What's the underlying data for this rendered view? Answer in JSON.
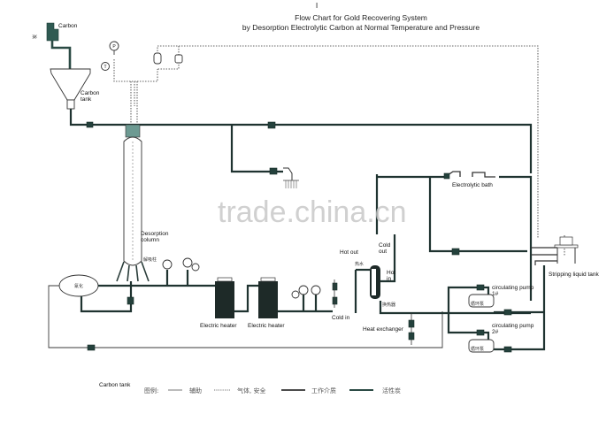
{
  "header": {
    "mark": "I",
    "title_line1": "Flow Chart for Gold Recovering System",
    "title_line2": "by Desorption Electrolytic Carbon at Normal Temperature and Pressure"
  },
  "labels": {
    "carbon": "Carbon",
    "carbon_cn": "炭",
    "carbon_tank": "Carbon\ntank",
    "carbon_tank_l1": "Carbon",
    "carbon_tank_l2": "tank",
    "desorption_l1": "Desorption",
    "desorption_l2": "column",
    "desorption_cn": "解吸柱",
    "electric_heater_1": "Electric heater",
    "electric_heater_2": "Electric heater",
    "hot_out": "Hot out",
    "cold_out_l1": "Cold",
    "cold_out_l2": "out",
    "hot_in_l1": "Hot",
    "hot_in_l2": "in",
    "cold_in": "Cold in",
    "heat_exchanger": "Heat exchanger",
    "heat_exchanger_cn": "换热器",
    "electrolytic_bath": "Electrolytic bath",
    "stripping_liquid_tank": "Stripping liquid tank",
    "pump1_l1": "circulating pump",
    "pump1_l2": "1#",
    "pump2_l1": "circulating pump",
    "pump2_l2": "2#",
    "pump_cn": "循环泵",
    "separator_cn": "氰化",
    "bottom_carbon_tank": "Carbon tank",
    "gauge_p": "P",
    "gauge_t": "T",
    "cn_small_1": "热水",
    "cn_small_2": "冷水"
  },
  "legend": {
    "title": "图例:",
    "items": [
      {
        "style": "auxiliary",
        "label": "辅助"
      },
      {
        "style": "gas-safety",
        "label": "气体, 安全"
      },
      {
        "style": "working-medium",
        "label": "工作介质"
      },
      {
        "style": "activated-carbon",
        "label": "活性炭"
      }
    ]
  },
  "watermark": "trade.china.cn",
  "colors": {
    "pipe": "#1f3330",
    "carbon_line": "#2b4a44",
    "gas_line": "#666666",
    "watermark": "#c8c8c8"
  }
}
